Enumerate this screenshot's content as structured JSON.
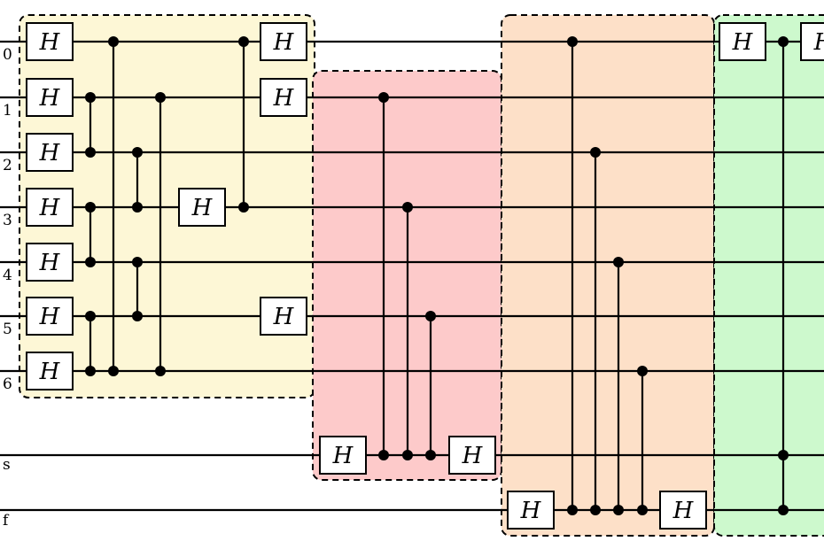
{
  "colors": {
    "block_yellow": "#fdf7d6",
    "block_red": "#fdcaca",
    "block_orange": "#fde0c8",
    "block_green": "#cdf9cd",
    "wire": "#000000",
    "gate_fill": "#ffffff"
  },
  "wires": [
    {
      "id": "q0",
      "label": "0"
    },
    {
      "id": "q1",
      "label": "1"
    },
    {
      "id": "q2",
      "label": "2"
    },
    {
      "id": "q3",
      "label": "3"
    },
    {
      "id": "q4",
      "label": "4"
    },
    {
      "id": "q5",
      "label": "5"
    },
    {
      "id": "q6",
      "label": "6"
    },
    {
      "id": "s",
      "label": "s"
    },
    {
      "id": "f",
      "label": "f"
    }
  ],
  "gate_label": "H",
  "blocks": [
    {
      "name": "block-yellow",
      "color": "yellow",
      "gates": [
        {
          "wire": "q0",
          "step": 0
        },
        {
          "wire": "q1",
          "step": 0
        },
        {
          "wire": "q2",
          "step": 0
        },
        {
          "wire": "q3",
          "step": 0
        },
        {
          "wire": "q4",
          "step": 0
        },
        {
          "wire": "q5",
          "step": 0
        },
        {
          "wire": "q6",
          "step": 0
        },
        {
          "wire": "q3",
          "step": 6
        },
        {
          "wire": "q0",
          "step": 8
        },
        {
          "wire": "q1",
          "step": 8
        },
        {
          "wire": "q5",
          "step": 8
        }
      ],
      "controlled_z": [
        {
          "step": 1,
          "wires": [
            "q1",
            "q2"
          ]
        },
        {
          "step": 1,
          "wires": [
            "q3",
            "q4"
          ]
        },
        {
          "step": 1,
          "wires": [
            "q5",
            "q6"
          ]
        },
        {
          "step": 2,
          "wires": [
            "q0",
            "q6"
          ]
        },
        {
          "step": 3,
          "wires": [
            "q2",
            "q3"
          ]
        },
        {
          "step": 3,
          "wires": [
            "q4",
            "q5"
          ]
        },
        {
          "step": 4,
          "wires": [
            "q1",
            "q6"
          ]
        },
        {
          "step": 7,
          "wires": [
            "q0",
            "q3"
          ]
        }
      ]
    },
    {
      "name": "block-red",
      "color": "red",
      "gates": [
        {
          "wire": "s",
          "step": 0
        },
        {
          "wire": "s",
          "step": 4
        }
      ],
      "controlled_z": [
        {
          "step": 1,
          "wires": [
            "q1",
            "s"
          ]
        },
        {
          "step": 2,
          "wires": [
            "q3",
            "s"
          ]
        },
        {
          "step": 3,
          "wires": [
            "q5",
            "s"
          ]
        }
      ]
    },
    {
      "name": "block-orange",
      "color": "orange",
      "gates": [
        {
          "wire": "f",
          "step": 0
        },
        {
          "wire": "f",
          "step": 5
        }
      ],
      "controlled_z": [
        {
          "step": 1,
          "wires": [
            "q0",
            "f"
          ]
        },
        {
          "step": 2,
          "wires": [
            "q2",
            "f"
          ]
        },
        {
          "step": 3,
          "wires": [
            "q4",
            "f"
          ]
        },
        {
          "step": 4,
          "wires": [
            "q6",
            "f"
          ]
        }
      ]
    },
    {
      "name": "block-green",
      "color": "green",
      "gates": [
        {
          "wire": "q0",
          "step": 0
        },
        {
          "wire": "q0",
          "step": 2
        }
      ],
      "controlled_z": [
        {
          "step": 1,
          "wires": [
            "q0",
            "s",
            "f"
          ]
        }
      ]
    }
  ]
}
